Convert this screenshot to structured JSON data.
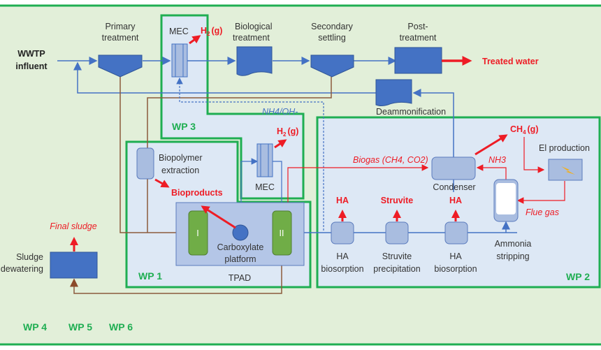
{
  "diagram": {
    "influent": [
      "WWTP",
      "influent"
    ],
    "primary": [
      "Primary",
      "treatment"
    ],
    "mec_top": "MEC",
    "h2_top": "H",
    "h2_suffix": "(g)",
    "h2_sub": "2",
    "biological": [
      "Biological",
      "treatment"
    ],
    "secondary": [
      "Secondary",
      "settling"
    ],
    "post": [
      "Post-",
      "treatment"
    ],
    "treated_water": "Treated water",
    "deammonification": "Deammonification",
    "nh4oh": "NH4/OH-",
    "wp3": "WP 3",
    "wp1": "WP 1",
    "wp2": "WP 2",
    "wp4": "WP 4",
    "wp5": "WP 5",
    "wp6": "WP 6",
    "biopolymer": [
      "Biopolymer",
      "extraction"
    ],
    "bioproducts": "Bioproducts",
    "mec_mid": "MEC",
    "h2_mid": "H",
    "ch4": "CH",
    "ch4_sub": "4",
    "ch4_suffix": "(g)",
    "el_production": "El production",
    "biogas": "Biogas (CH4, CO2)",
    "nh3": "NH3",
    "condenser": "Condenser",
    "flue_gas": "Flue gas",
    "ha1": "HA",
    "struvite": "Struvite",
    "ha2": "HA",
    "ha_biosorption1": [
      "HA",
      "biosorption"
    ],
    "struvite_precip": [
      "Struvite",
      "precipitation"
    ],
    "ha_biosorption2": [
      "HA",
      "biosorption"
    ],
    "ammonia": [
      "Ammonia",
      "stripping"
    ],
    "tpad": "TPAD",
    "reactor1": "I",
    "reactor2": "II",
    "carboxylate": [
      "Carboxylate",
      "platform"
    ],
    "final_sludge": "Final sludge",
    "sludge_dewatering": [
      "Sludge",
      "dewatering"
    ]
  },
  "colors": {
    "background": "#e2efd9",
    "wp_border": "#1fae52",
    "wp_fill": "#dde8f5",
    "process_blue": "#4472c4",
    "light_unit": "#a9bde0",
    "red": "#ee1c25",
    "brown": "#8b5a3c",
    "green_reactor": "#70ad47"
  }
}
